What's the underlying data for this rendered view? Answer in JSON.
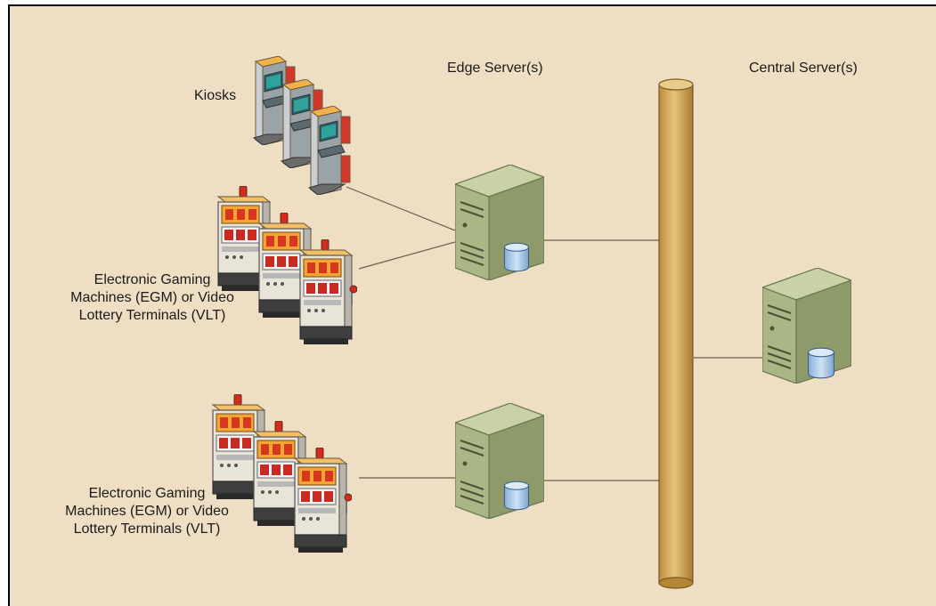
{
  "labels": {
    "edge_servers": "Edge Server(s)",
    "central_servers": "Central Server(s)",
    "kiosks": "Kiosks",
    "egm_group_1": [
      "Electronic Gaming",
      "Machines (EGM) or Video",
      "Lottery Terminals (VLT)"
    ],
    "egm_group_2": [
      "Electronic Gaming",
      "Machines (EGM) or Video",
      "Lottery Terminals (VLT)"
    ]
  },
  "icons": {
    "kiosk": "kiosk-icon",
    "slot_machine": "slot-machine-icon",
    "server": "server-icon",
    "database": "database-icon",
    "backbone": "network-backbone-pipe"
  },
  "colors": {
    "background": "#eedfc4",
    "server_body": "#a8b585",
    "pipe": "#d3ae62",
    "slot_machine_accent": "#e05030",
    "database": "#a6c8e8"
  }
}
